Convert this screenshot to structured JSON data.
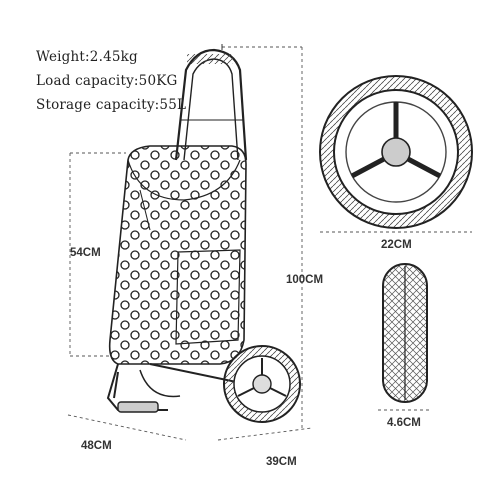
{
  "specs": {
    "weight": "Weight:2.45kg",
    "load_capacity": "Load capacity:50KG",
    "storage_capacity": "Storage capacity:55L"
  },
  "dimensions": {
    "bag_height": "54CM",
    "total_height": "100CM",
    "base_width": "48CM",
    "base_depth": "39CM",
    "wheel_diameter": "22CM",
    "wheel_width": "4.6CM"
  }
}
